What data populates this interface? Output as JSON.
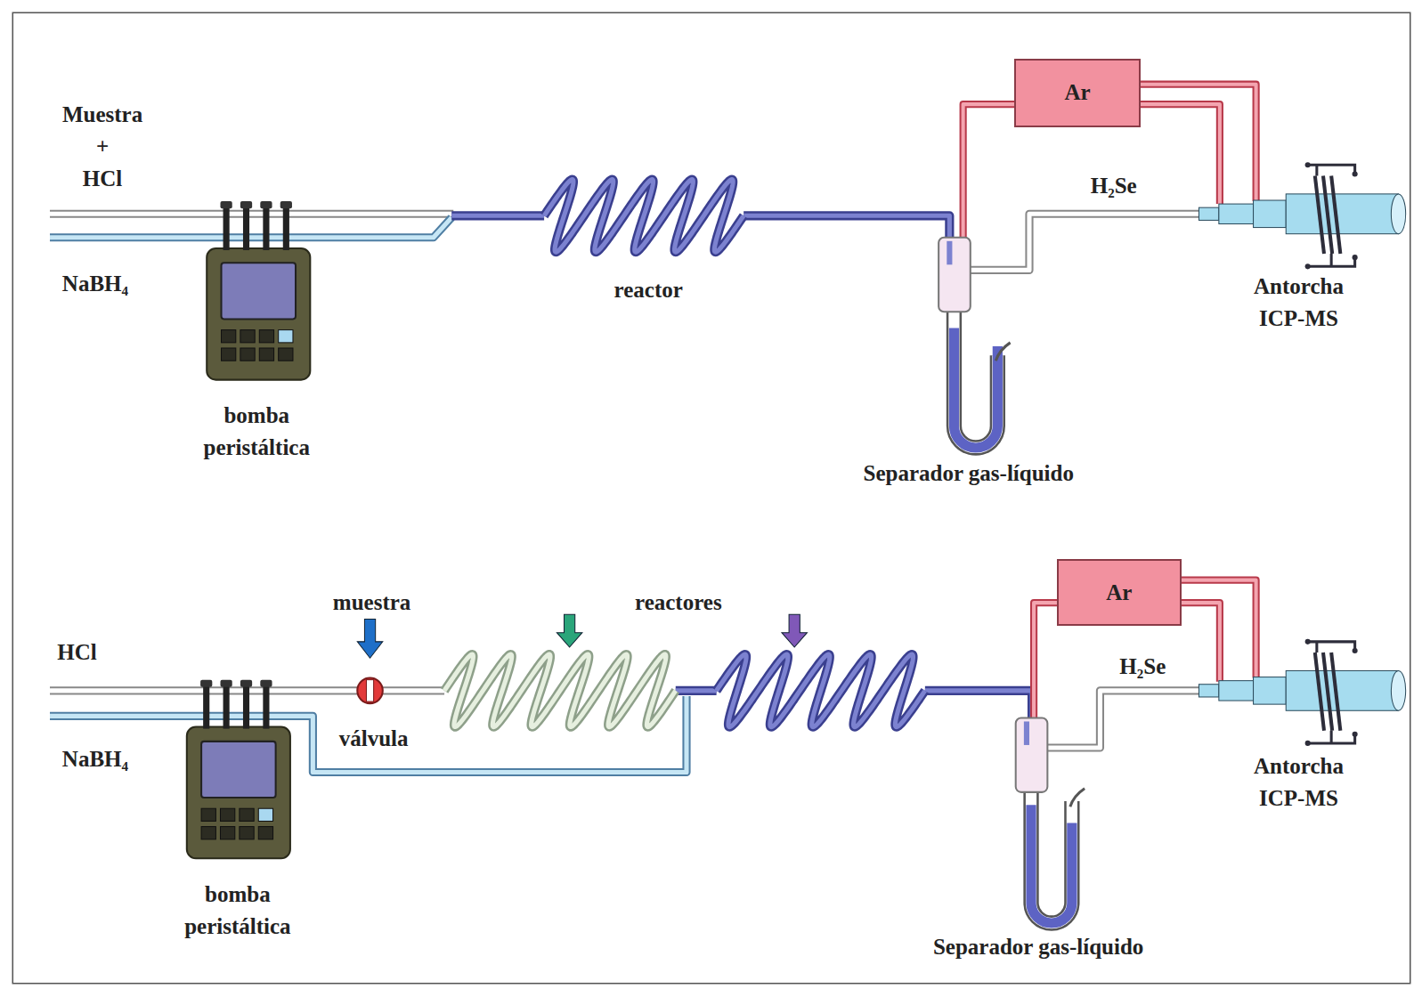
{
  "diagram": {
    "nodes": [
      {
        "text": [
          "Ar"
        ]
      },
      {
        "text": [
          "Ar"
        ]
      }
    ],
    "labels": [
      "Muestra + HCl",
      "NaBH₄",
      "reactor",
      "H₂Se",
      "bomba peristáltica",
      "Separador gas-líquido",
      "Antorcha ICP-MS",
      "muestra",
      "reactores",
      "HCl",
      "H₂Se",
      "válvula",
      "NaBH₄",
      "Antorcha ICP-MS",
      "bomba peristáltica",
      "Separador gas-líquido"
    ]
  }
}
